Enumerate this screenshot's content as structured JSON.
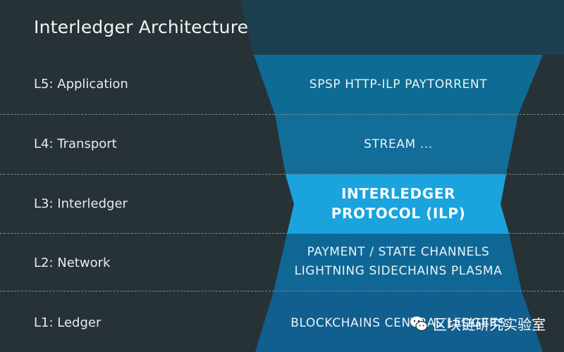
{
  "title": "Interledger Architecture",
  "layers": [
    {
      "label": "L5: Application",
      "content": [
        "SPSP   HTTP-ILP   PAYTORRENT"
      ]
    },
    {
      "label": "L4: Transport",
      "content": [
        "STREAM ..."
      ]
    },
    {
      "label": "L3: Interledger",
      "content": [
        "INTERLEDGER",
        "PROTOCOL (ILP)"
      ]
    },
    {
      "label": "L2: Network",
      "content": [
        "PAYMENT / STATE CHANNELS",
        "LIGHTNING   SIDECHAINS   PLASMA"
      ]
    },
    {
      "label": "L1: Ledger",
      "content": [
        "BLOCKCHAINS   CENTRAL LEDGERS"
      ]
    }
  ],
  "watermark": "区块链研究实验室",
  "colors": {
    "background": "#273237",
    "band_top": "#1c3f4f",
    "band_l5": "#0e6c94",
    "band_l4": "#126d98",
    "band_l3": "#1aa3dd",
    "band_l2": "#0f6796",
    "band_l1": "#115f8f"
  }
}
